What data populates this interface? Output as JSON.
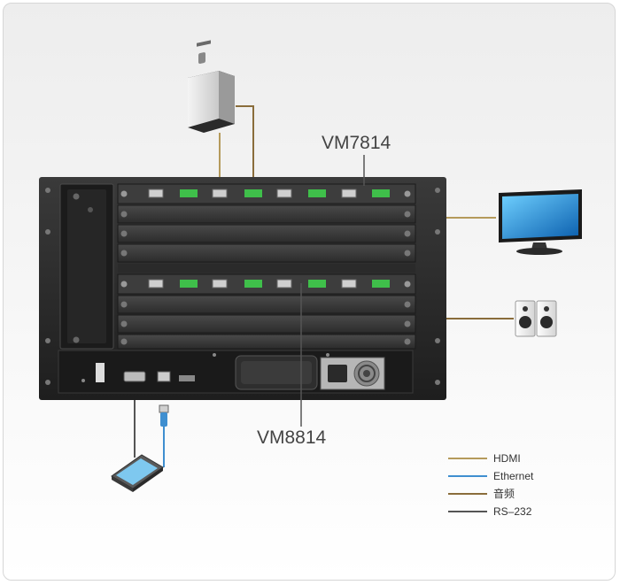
{
  "labels": {
    "top_device": "VM7814",
    "bottom_device": "VM8814"
  },
  "legend": [
    {
      "label": "HDMI",
      "color": "#b59a5b"
    },
    {
      "label": "Ethernet",
      "color": "#3f8fd0"
    },
    {
      "label": "音频",
      "color": "#8a6d3b"
    },
    {
      "label": "RS–232",
      "color": "#555555"
    }
  ]
}
